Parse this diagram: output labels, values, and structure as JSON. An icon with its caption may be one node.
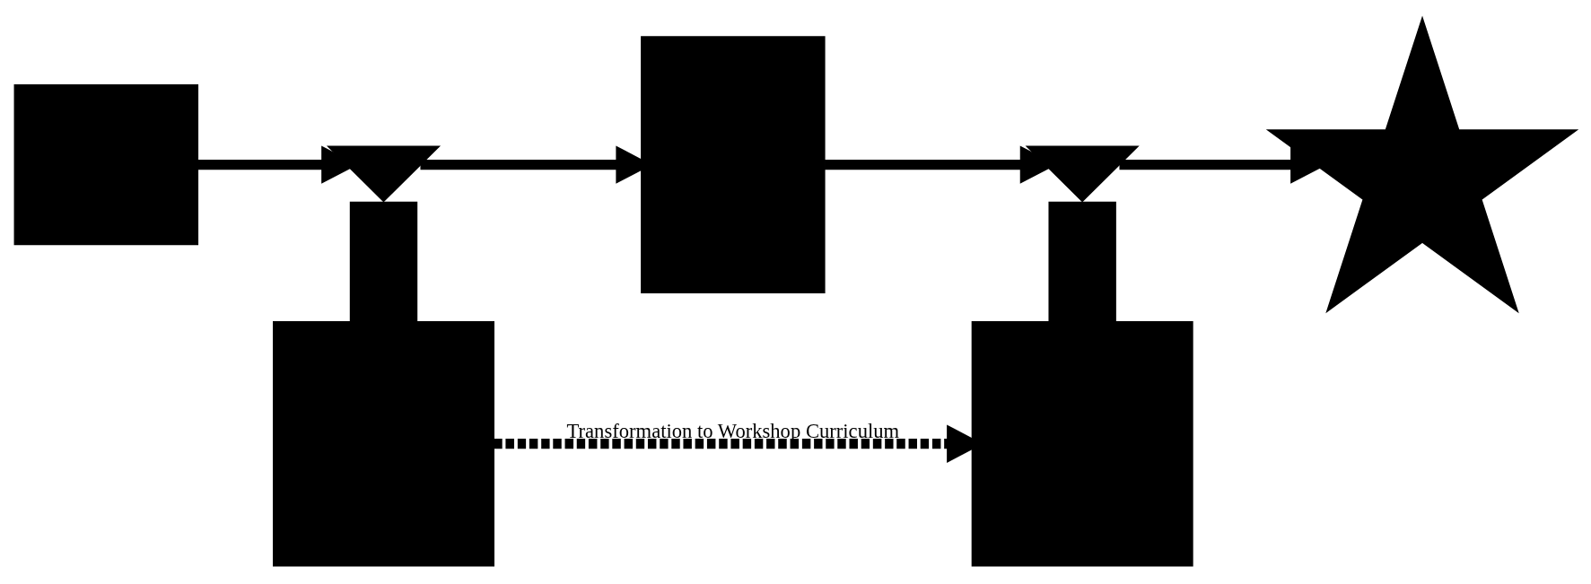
{
  "diagram": {
    "nodes": [
      {
        "text": [],
        "shape": "box"
      },
      {
        "text": [],
        "shape": "box"
      },
      {
        "text": [],
        "shape": "arrow"
      },
      {
        "text": [],
        "shape": "box"
      },
      {
        "text": [],
        "shape": "box"
      },
      {
        "text": [],
        "shape": "arrow"
      },
      {
        "text": [],
        "shape": "star"
      }
    ],
    "edges": [
      {
        "from": 0,
        "to": 2,
        "arrow": "to"
      },
      {
        "from": 1,
        "to": 2,
        "arrow": "none",
        "style": "thick"
      },
      {
        "from": 2,
        "to": 3,
        "arrow": "to"
      },
      {
        "from": 1,
        "to": 4,
        "arrow": "to",
        "style": "dashed",
        "label": "Transformation to Workshop Curriculum"
      },
      {
        "from": 3,
        "to": 5,
        "arrow": "to"
      },
      {
        "from": 4,
        "to": 5,
        "arrow": "none",
        "style": "thick"
      },
      {
        "from": 5,
        "to": 6,
        "arrow": "to"
      }
    ]
  }
}
